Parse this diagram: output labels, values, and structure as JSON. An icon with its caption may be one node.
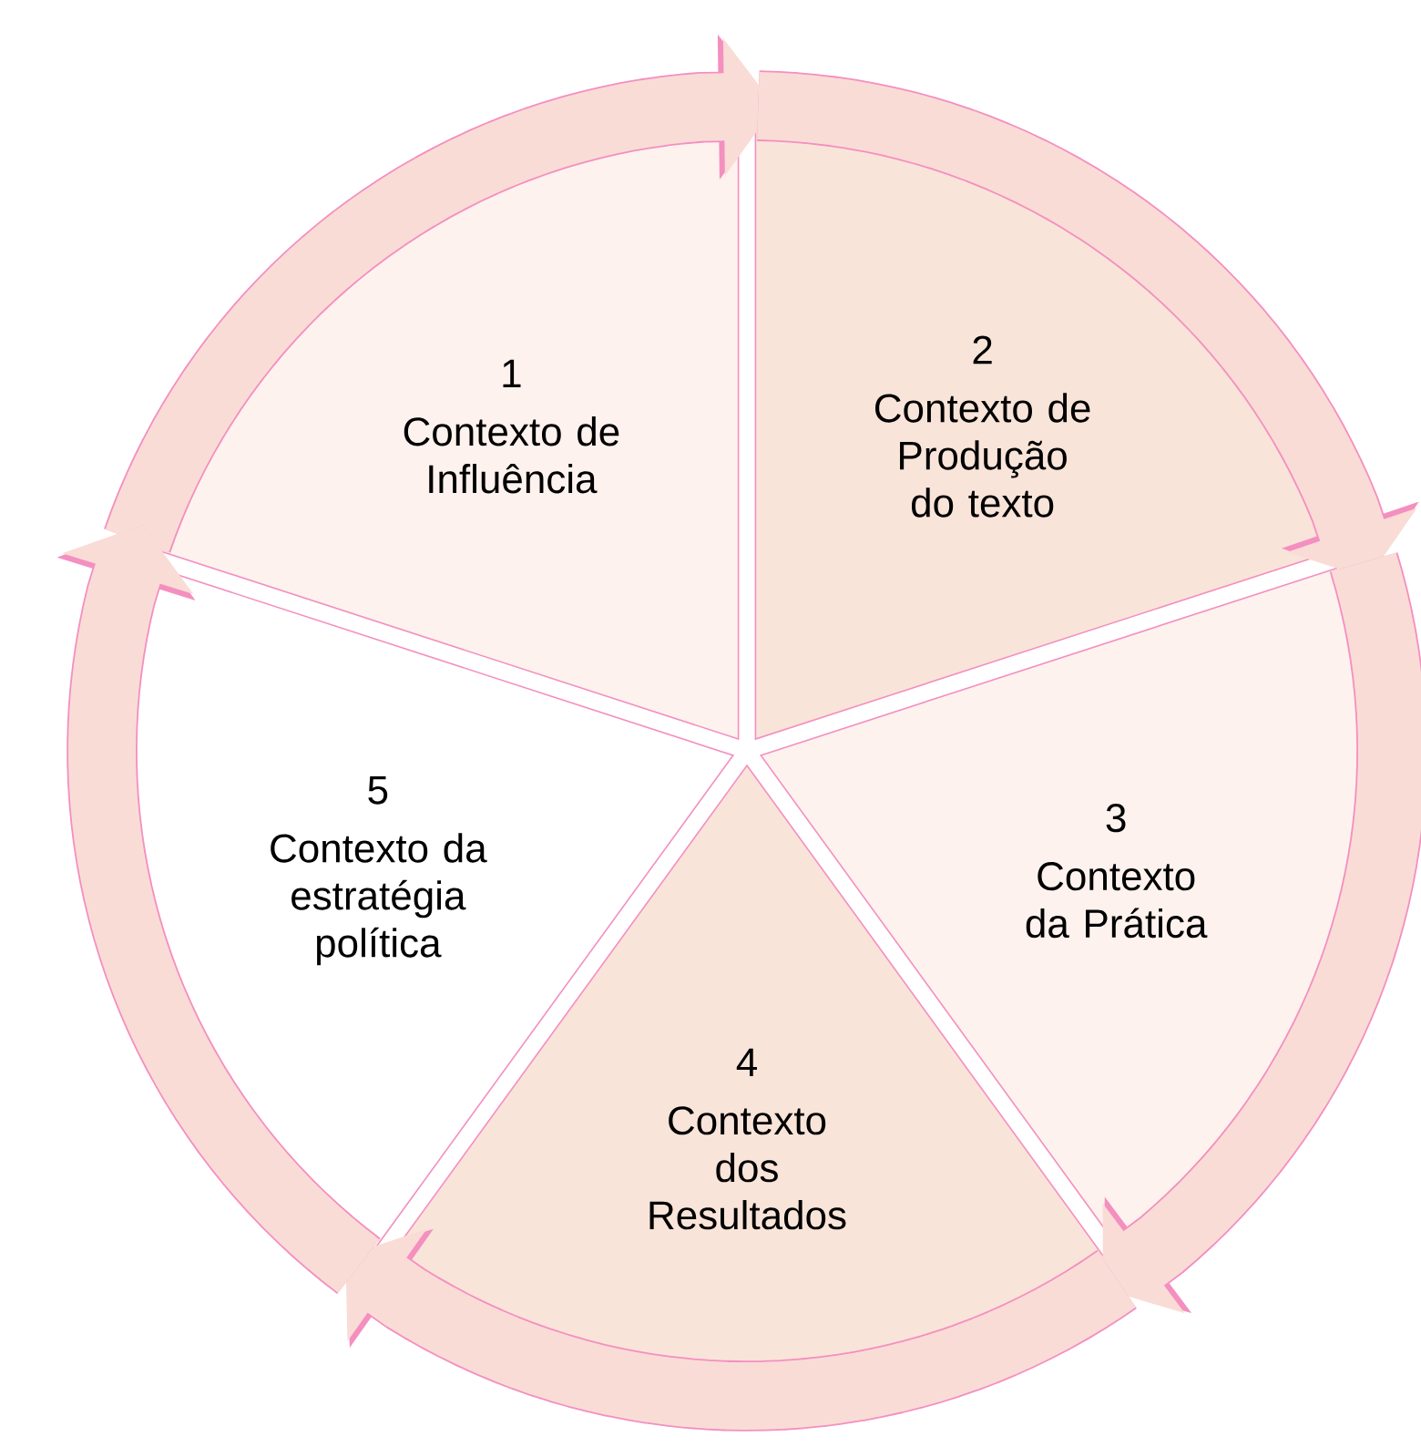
{
  "diagram": {
    "nodes": [
      {
        "text": [
          "1",
          "Contexto de Influência"
        ]
      },
      {
        "text": [
          "2",
          "Contexto de Produção do texto"
        ]
      },
      {
        "text": [
          "3",
          "Contexto da Prática"
        ]
      },
      {
        "text": [
          "4",
          "Contexto dos Resultados"
        ]
      },
      {
        "text": [
          "5",
          "Contexto da estratégia política"
        ]
      }
    ],
    "edges": [
      {
        "from": 0,
        "to": 1,
        "arrow": "to"
      },
      {
        "from": 1,
        "to": 2,
        "arrow": "to"
      },
      {
        "from": 2,
        "to": 3,
        "arrow": "to"
      },
      {
        "from": 3,
        "to": 4,
        "arrow": "to"
      },
      {
        "from": 4,
        "to": 0,
        "arrow": "to"
      }
    ]
  }
}
